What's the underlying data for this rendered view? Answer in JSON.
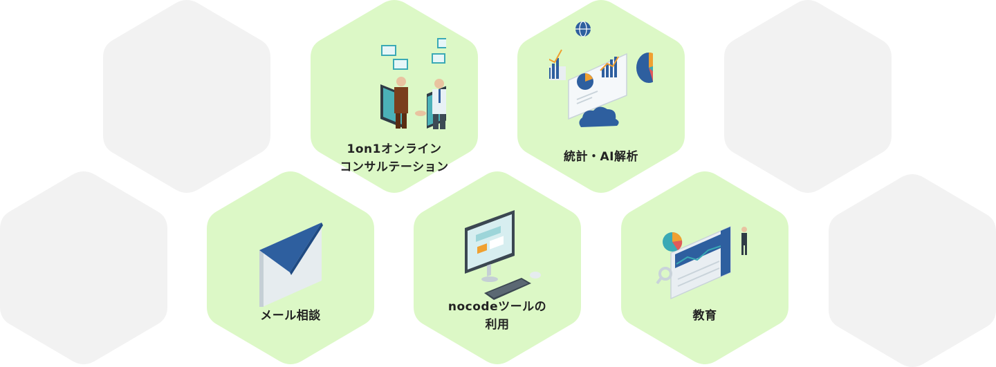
{
  "colors": {
    "active_fill": "#dcf8c6",
    "inactive_fill": "#f2f2f2",
    "label_text": "#222222",
    "accent_blue": "#2e5f9f",
    "accent_teal": "#3aa9b5"
  },
  "services": [
    {
      "line1": "1on1オンライン",
      "line2": "コンサルテーション",
      "icon": "handshake-consultation-illustration"
    },
    {
      "line1": "統計・AI解析",
      "line2": "",
      "icon": "statistics-charts-illustration"
    },
    {
      "line1": "メール相談",
      "line2": "",
      "icon": "envelope-illustration"
    },
    {
      "line1": "nocodeツールの",
      "line2": "利用",
      "icon": "desktop-computer-illustration"
    },
    {
      "line1": "教育",
      "line2": "",
      "icon": "education-dashboard-illustration"
    }
  ]
}
